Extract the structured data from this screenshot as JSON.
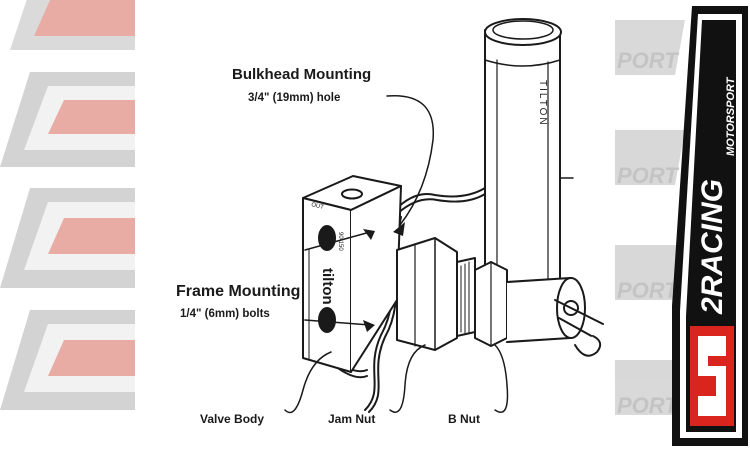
{
  "labels": {
    "bulkhead_title": "Bulkhead Mounting",
    "bulkhead_sub": "3/4\" (19mm) hole",
    "frame_title": "Frame Mounting",
    "frame_sub": "1/4\" (6mm) bolts",
    "valve_body": "Valve Body",
    "jam_nut": "Jam Nut",
    "b_nut": "B Nut"
  },
  "part_marks": {
    "body_brand": "tilton",
    "body_code": "90-150",
    "body_out": "OUT",
    "handle_brand": "TILTON"
  },
  "watermark": {
    "brand_name": "2RACING",
    "brand_tag": "MOTORSPORT",
    "repeat_text": "PORT"
  },
  "colors": {
    "ink": "#1a1a1a",
    "watermark_red": "#e7a49c",
    "watermark_gray": "#c9c9c9",
    "logo_red": "#d9251d",
    "logo_black": "#111111"
  }
}
